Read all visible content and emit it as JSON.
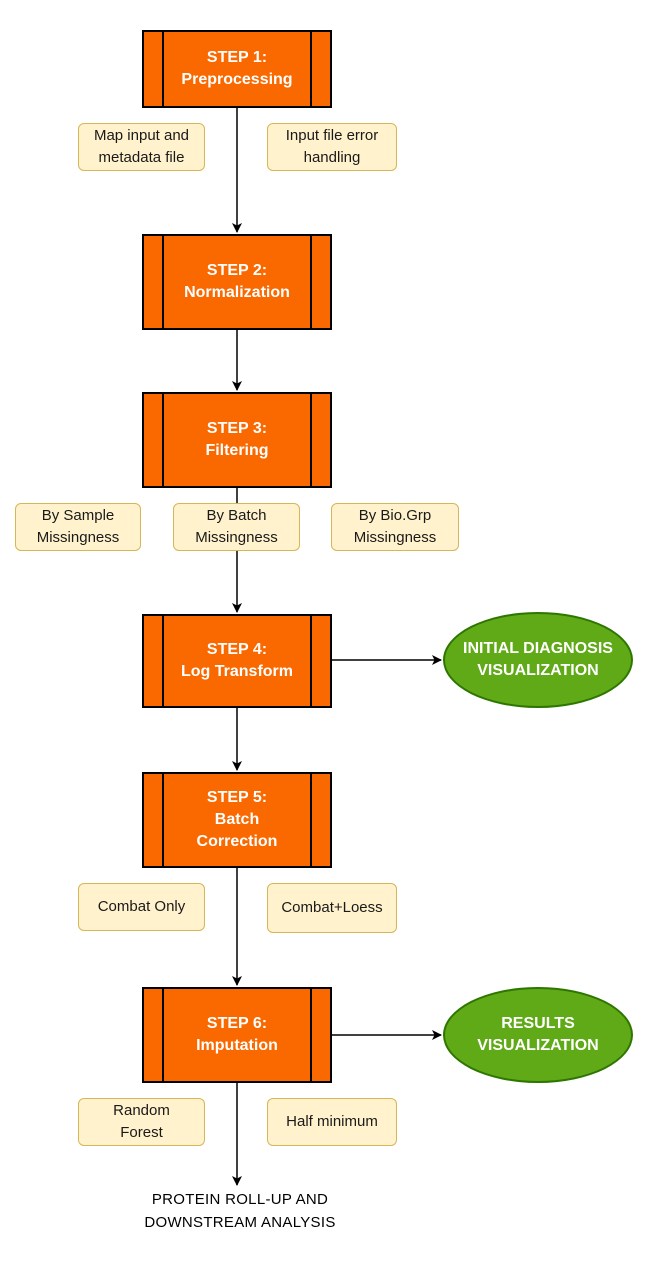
{
  "steps": [
    {
      "label": "STEP 1:\nPreprocessing"
    },
    {
      "label": "STEP 2:\nNormalization"
    },
    {
      "label": "STEP 3:\nFiltering"
    },
    {
      "label": "STEP 4:\nLog Transform"
    },
    {
      "label": "STEP 5:\nBatch\nCorrection"
    },
    {
      "label": "STEP 6:\nImputation"
    }
  ],
  "notes": {
    "step1": [
      "Map input and\nmetadata file",
      "Input file error\nhandling"
    ],
    "step3": [
      "By Sample\nMissingness",
      "By Batch\nMissingness",
      "By Bio.Grp\nMissingness"
    ],
    "step5": [
      "Combat Only",
      "Combat+Loess"
    ],
    "step6": [
      "Random\nForest",
      "Half minimum"
    ]
  },
  "outputs": {
    "diagnosis": "INITIAL DIAGNOSIS\nVISUALIZATION",
    "results": "RESULTS\nVISUALIZATION"
  },
  "final": "PROTEIN ROLL-UP AND\nDOWNSTREAM ANALYSIS",
  "colors": {
    "step_fill": "#fa6800",
    "note_fill": "#fff2cc",
    "note_border": "#d6b656",
    "output_fill": "#60a917"
  }
}
